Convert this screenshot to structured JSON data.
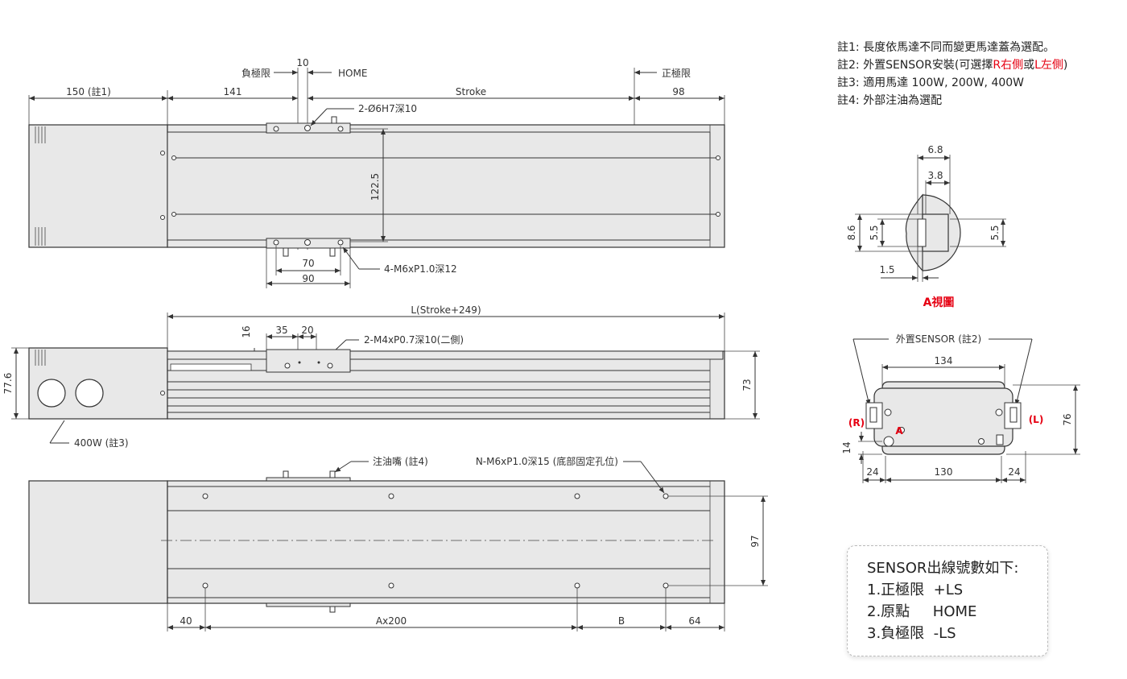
{
  "notes": {
    "n1": "註1: 長度依馬達不同而變更馬達蓋為選配。",
    "n2_prefix": "註2: 外置SENSOR安裝(可選擇",
    "n2_r": "R右側",
    "n2_or": "或",
    "n2_l": "L左側",
    "n2_suffix": ")",
    "n3": "註3: 適用馬達  100W, 200W, 400W",
    "n4": "註4: 外部注油為選配"
  },
  "sensor_box": {
    "title": "SENSOR出線號數如下:",
    "rows": [
      {
        "name": "1.正極限",
        "value": "+LS"
      },
      {
        "name": "2.原點",
        "value": "HOME"
      },
      {
        "name": "3.負極限",
        "value": "-LS"
      }
    ]
  },
  "top_view": {
    "dim_150": "150 (註1)",
    "dim_141": "141",
    "dim_10": "10",
    "dim_stroke": "Stroke",
    "dim_98": "98",
    "neg_limit": "負極限",
    "home": "HOME",
    "pos_limit": "正極限",
    "hole_callout": "2-Ø6H7深10",
    "dim_122_5": "122.5",
    "dim_70": "70",
    "dim_90": "90",
    "thread_callout": "4-M6xP1.0深12"
  },
  "side_view": {
    "dim_length": "L(Stroke+249)",
    "dim_16": "16",
    "dim_35": "35",
    "dim_20": "20",
    "thread_callout": "2-M4xP0.7深10(二側)",
    "dim_77_6": "77.6",
    "dim_73": "73",
    "motor_label": "400W  (註3)"
  },
  "bottom_view": {
    "oil_callout": "注油嘴 (註4)",
    "mount_callout": "N-M6xP1.0深15 (底部固定孔位)",
    "dim_97": "97",
    "dim_40": "40",
    "dim_ax200": "Ax200",
    "dim_b": "B",
    "dim_64": "64"
  },
  "a_view": {
    "dim_6_8": "6.8",
    "dim_3_8": "3.8",
    "dim_8_6": "8.6",
    "dim_5_5_left": "5.5",
    "dim_5_5_right": "5.5",
    "dim_1_5": "1.5",
    "title": "A視圖"
  },
  "end_view": {
    "sensor_label": "外置SENSOR (註2)",
    "dim_134": "134",
    "dim_76": "76",
    "dim_14": "14",
    "dim_24_left": "24",
    "dim_130": "130",
    "dim_24_right": "24",
    "label_r": "(R)",
    "label_l": "(L)",
    "label_a": "A"
  },
  "colors": {
    "accent_red": "#e60012",
    "line": "#333333",
    "body_fill": "#e8e8e8"
  }
}
